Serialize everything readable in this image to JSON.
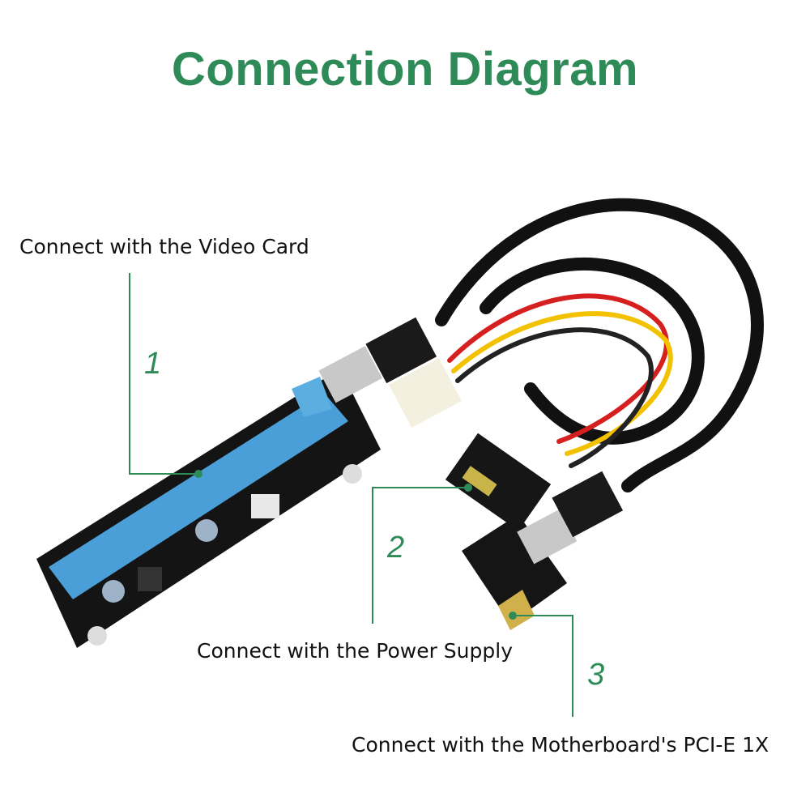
{
  "title": "Connection Diagram",
  "colors": {
    "accent": "#2e8b57",
    "board": "#141414",
    "slot": "#4a9fd8",
    "cable": "#111111",
    "wire_red": "#d62020",
    "wire_yellow": "#f2c200"
  },
  "steps": [
    {
      "number": "1",
      "label": "Connect with the Video Card"
    },
    {
      "number": "2",
      "label": "Connect with the Power Supply"
    },
    {
      "number": "3",
      "label": "Connect with the Motherboard's PCI-E 1X"
    }
  ]
}
